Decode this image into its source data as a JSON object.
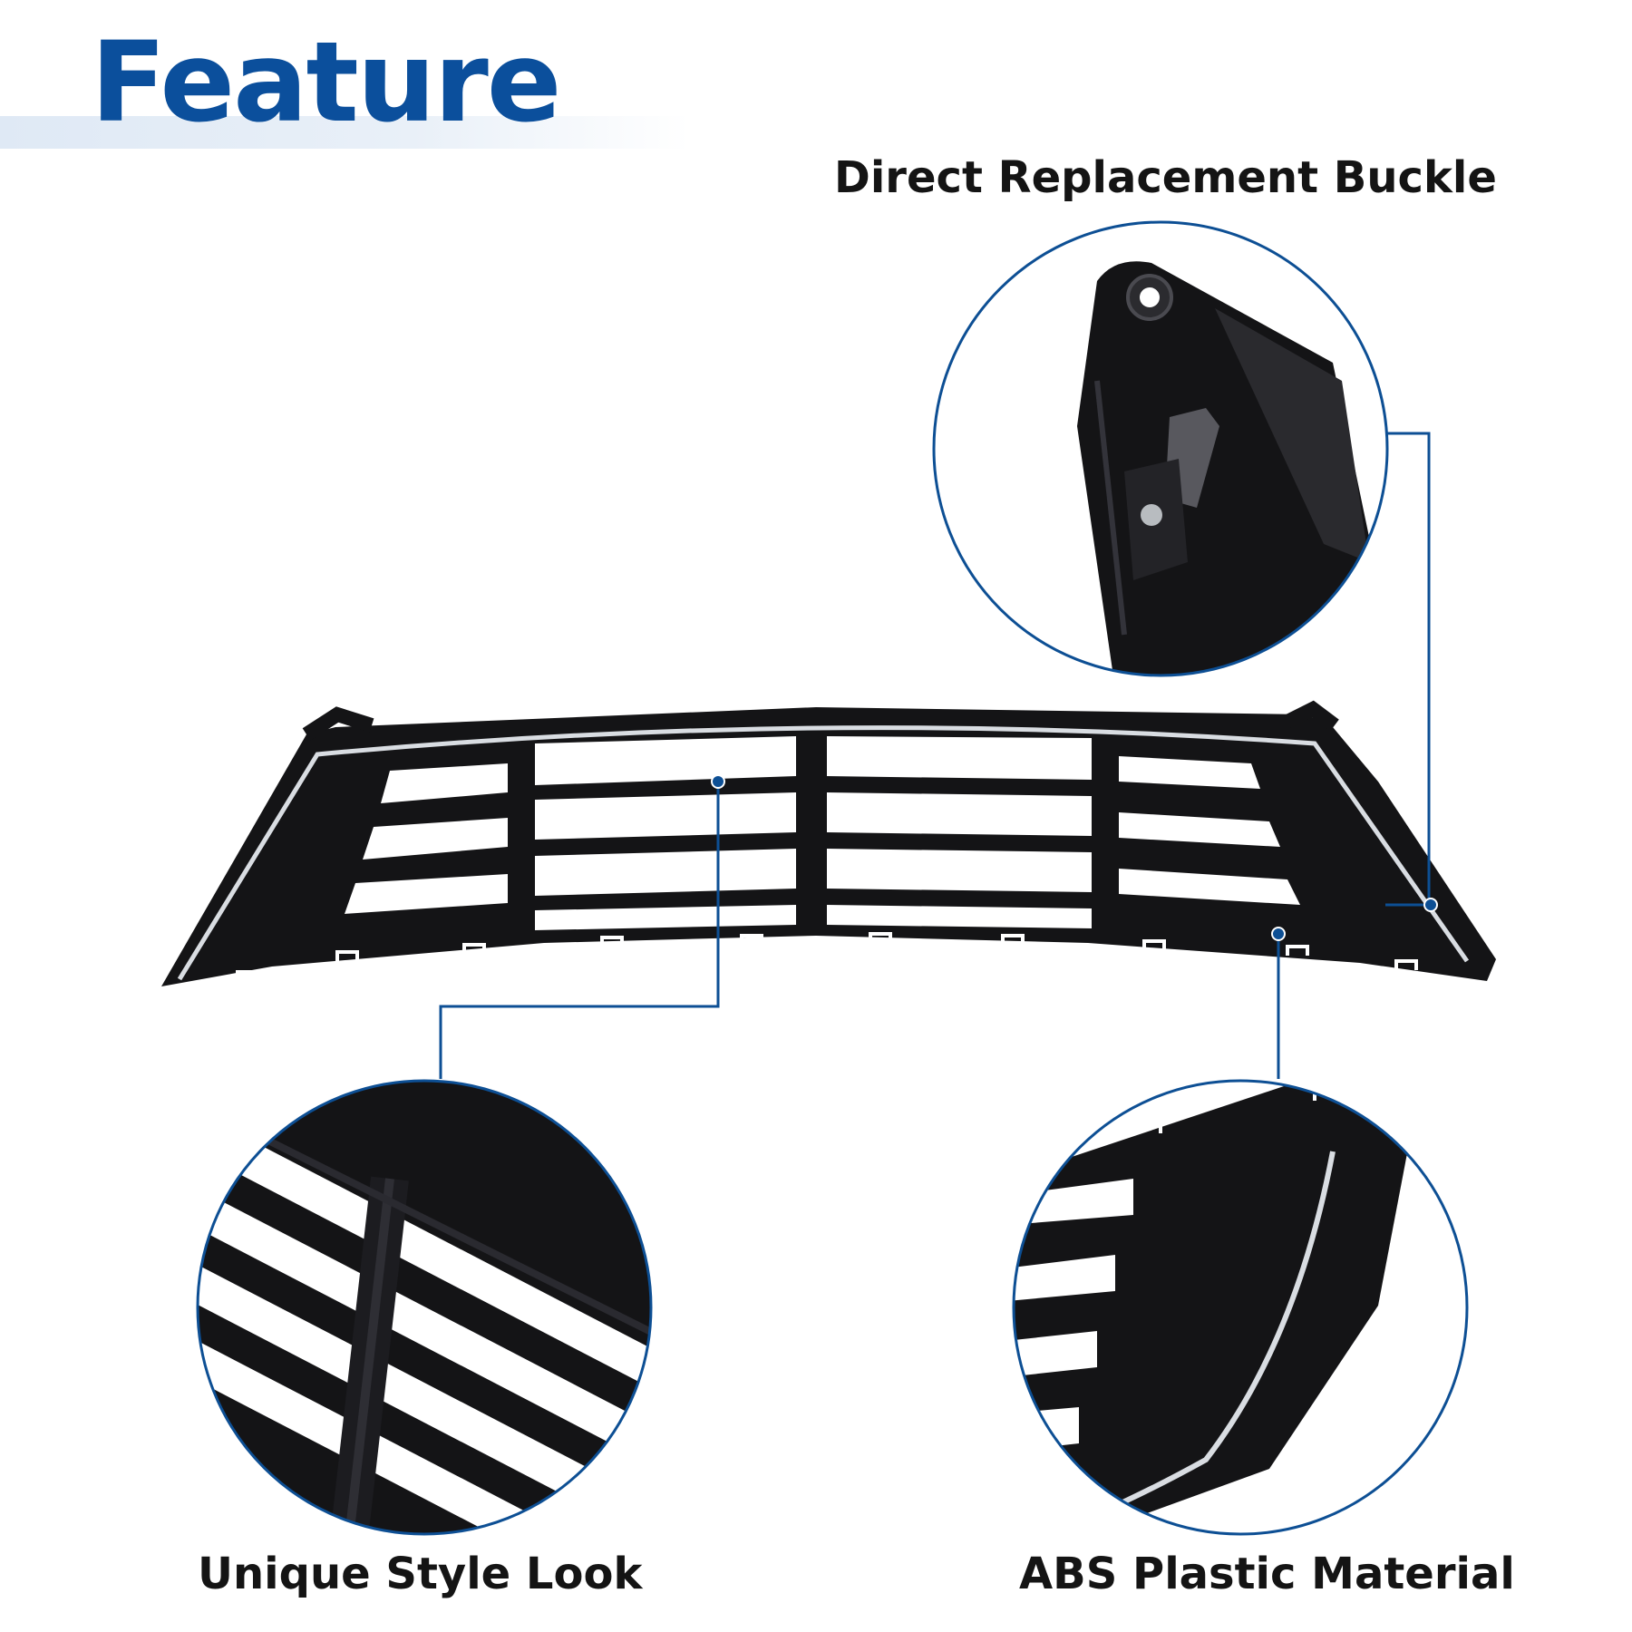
{
  "header": {
    "title": "Feature",
    "title_color": "#0b4f9c"
  },
  "callouts": [
    {
      "id": "buckle",
      "label": "Direct Replacement Buckle"
    },
    {
      "id": "style",
      "label": "Unique Style Look"
    },
    {
      "id": "material",
      "label": "ABS Plastic Material"
    }
  ],
  "colors": {
    "accent": "#0d4f94",
    "part": "#141416",
    "chrome": "#d9dde2",
    "label": "#141414"
  }
}
